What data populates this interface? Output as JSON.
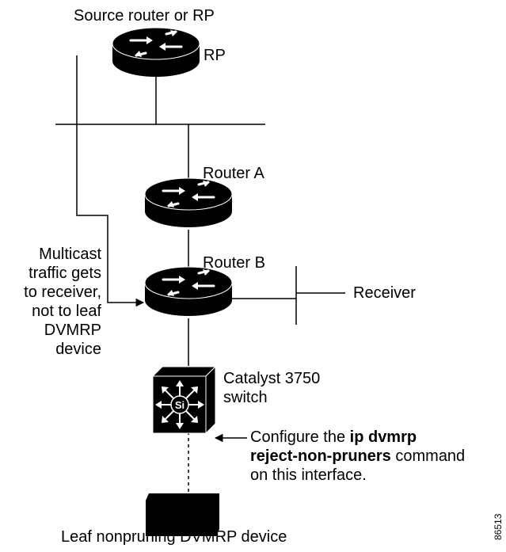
{
  "labels": {
    "source_router": "Source router or RP",
    "rp": "RP",
    "router_a": "Router A",
    "router_b": "Router B",
    "receiver": "Receiver",
    "multicast_note": [
      "Multicast",
      "traffic gets",
      "to receiver,",
      "not to leaf",
      "DVMRP",
      "device"
    ],
    "catalyst_line1": "Catalyst 3750",
    "catalyst_line2": "switch",
    "switch_logo": "Si",
    "configure_prefix": "Configure the ",
    "configure_bold1": "ip dvmrp",
    "configure_bold2": "reject-non-pruners",
    "configure_suffix": " command",
    "configure_line3": "on this interface.",
    "leaf_device": "Leaf nonpruning DVMRP device",
    "figure_id": "86513"
  }
}
